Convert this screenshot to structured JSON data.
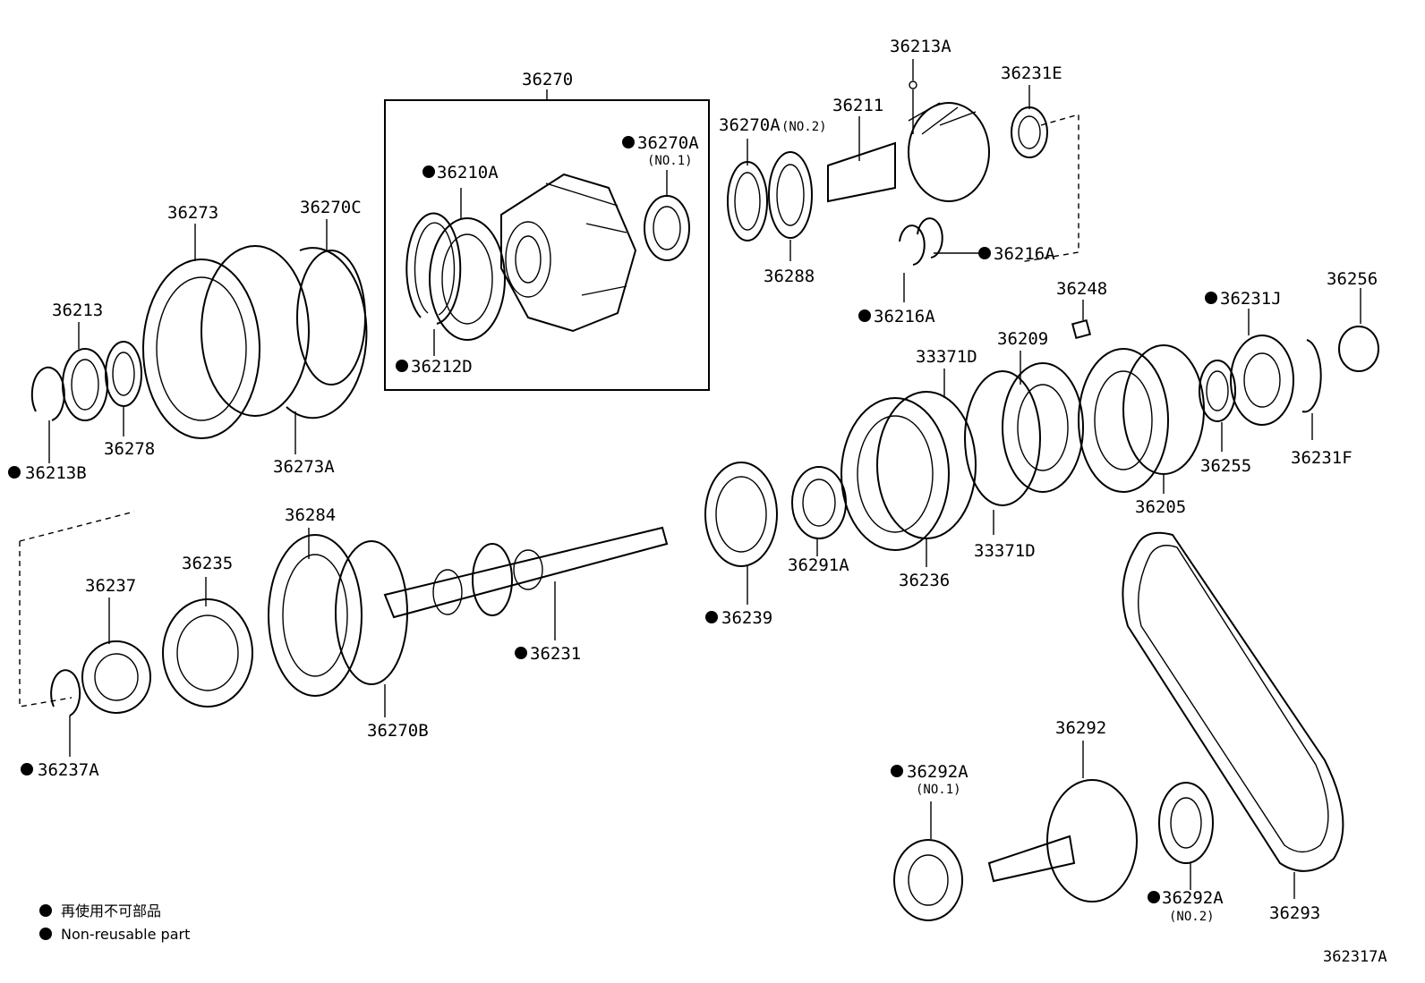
{
  "labels": {
    "p36270": "36270",
    "p36213A": "36213A",
    "p36231E": "36231E",
    "p36211": "36211",
    "p36270A_no2": "36270A",
    "no2_top": "(NO.2)",
    "p36270A_no1": "36270A",
    "no1_top": "(NO.1)",
    "p36210A": "36210A",
    "p36273": "36273",
    "p36270C": "36270C",
    "p36288": "36288",
    "p36216A_right": "36216A",
    "p36216A_left": "36216A",
    "p36213": "36213",
    "p36212D": "36212D",
    "p36248": "36248",
    "p36256": "36256",
    "p36231J": "36231J",
    "p33371D_top": "33371D",
    "p36209": "36209",
    "p36278": "36278",
    "p36213B": "36213B",
    "p36273A": "36273A",
    "p36255": "36255",
    "p36231F": "36231F",
    "p36205": "36205",
    "p36284": "36284",
    "p36235": "36235",
    "p36237": "36237",
    "p36291A": "36291A",
    "p33371D_bottom": "33371D",
    "p36236": "36236",
    "p36239": "36239",
    "p36231": "36231",
    "p36270B": "36270B",
    "p36237A": "36237A",
    "p36292": "36292",
    "p36292A_no1": "36292A",
    "no1_bottom": "(NO.1)",
    "p36292A_no2": "36292A",
    "no2_bottom": "(NO.2)",
    "p36293": "36293"
  },
  "legend": {
    "line_jp": "再使用不可部品",
    "line_en": "Non-reusable part"
  },
  "figure_id": "362317A"
}
